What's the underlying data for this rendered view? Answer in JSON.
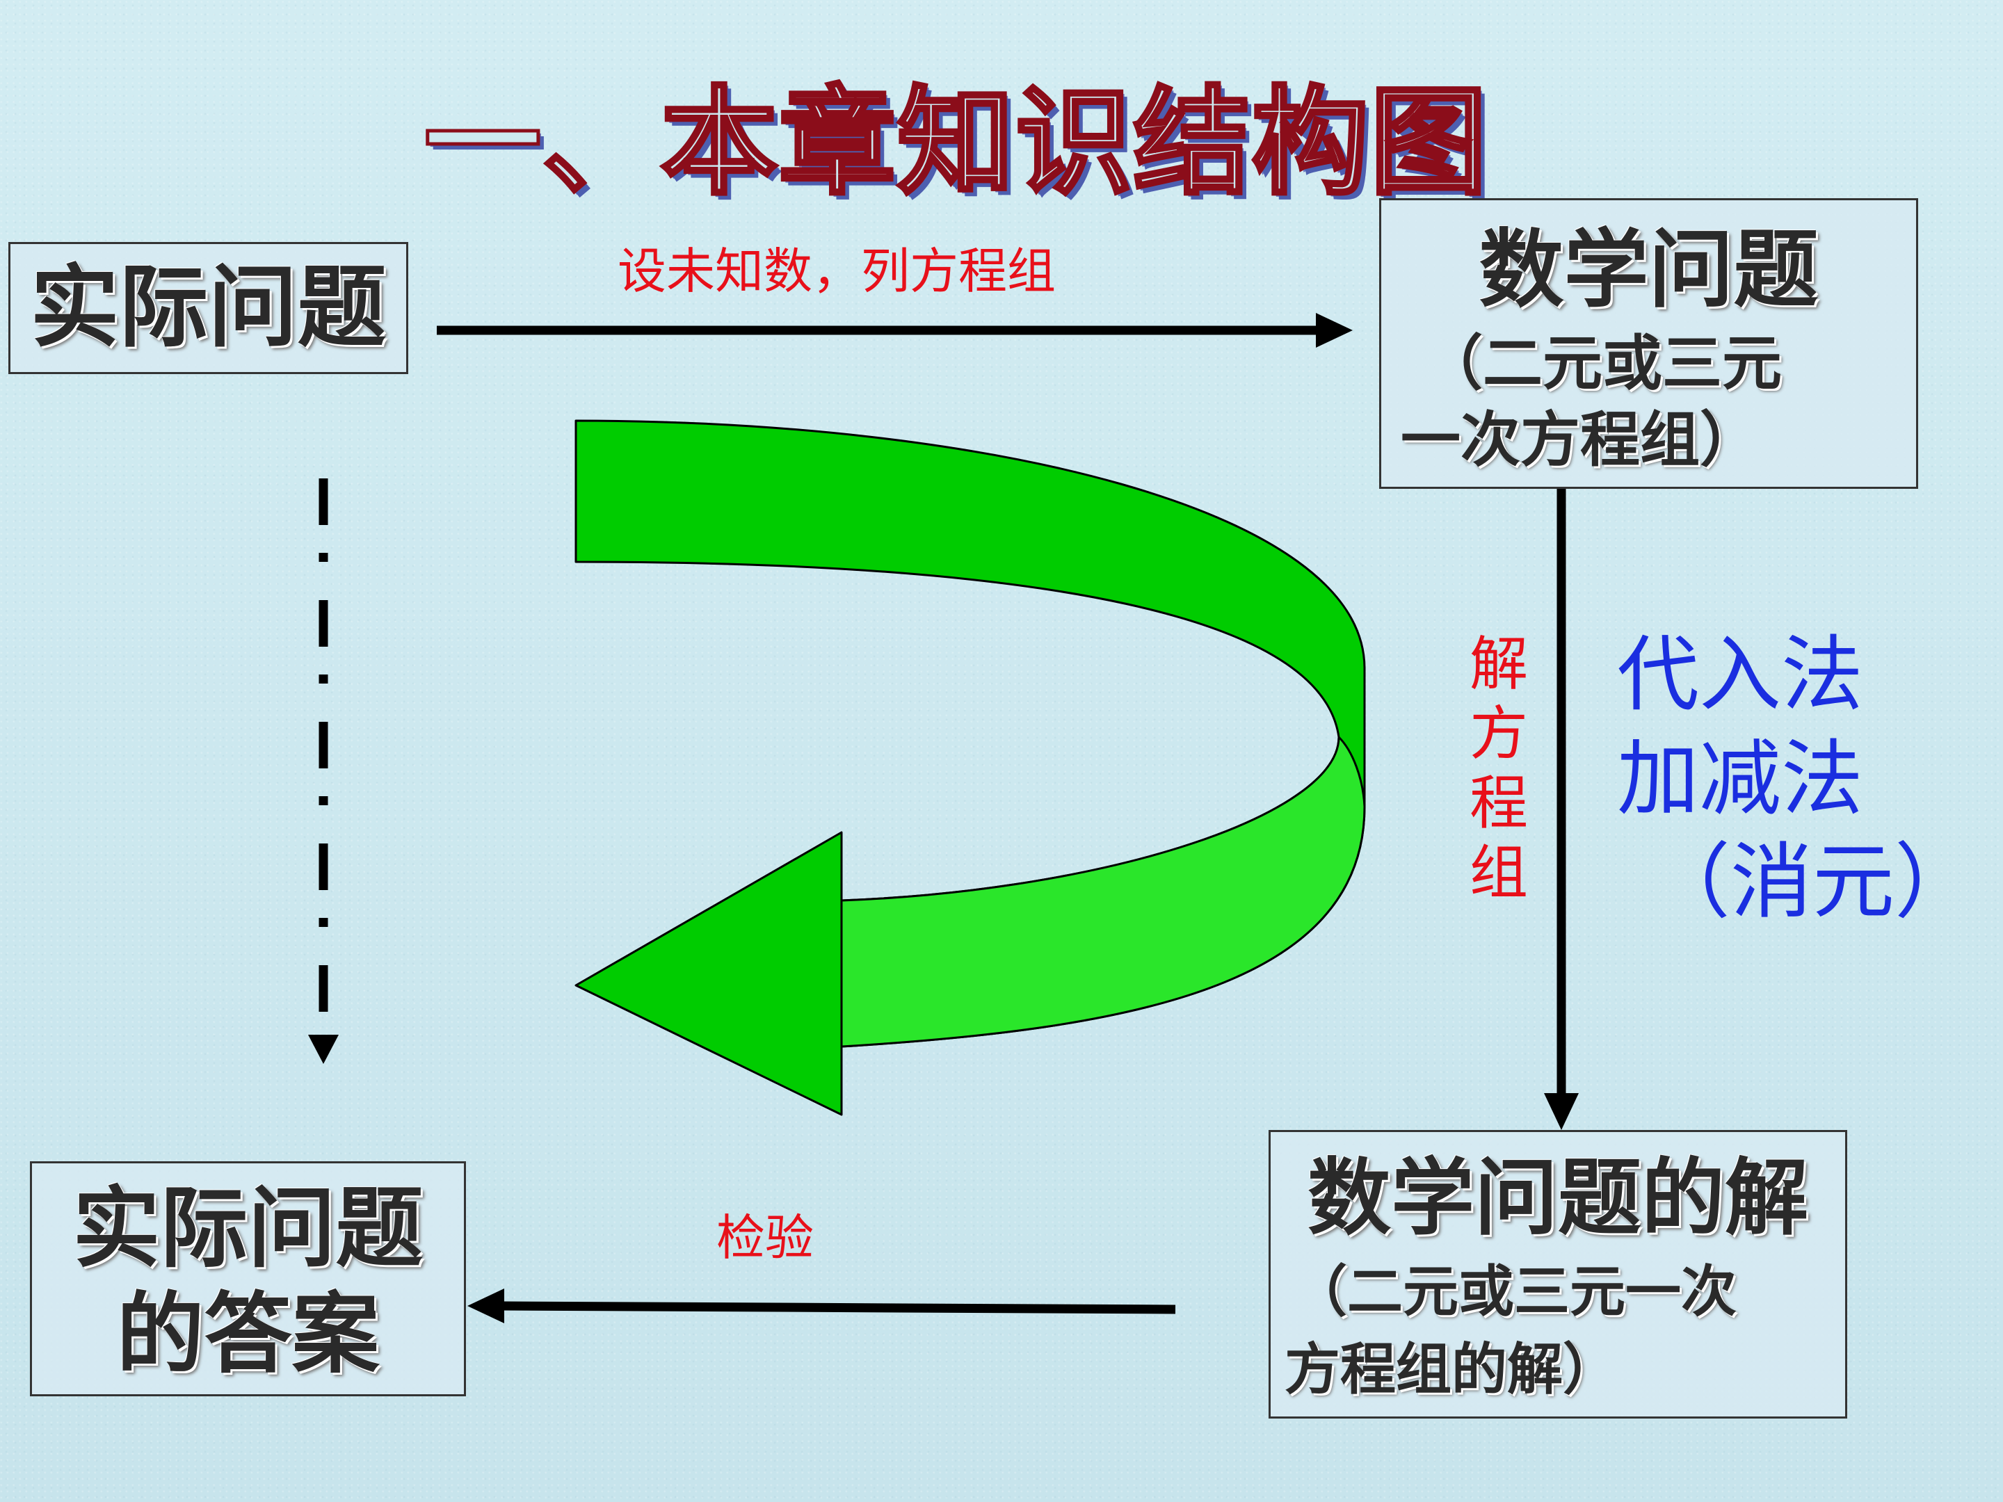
{
  "title": "一、本章知识结构图",
  "nodes": {
    "real_problem": {
      "label": "实际问题"
    },
    "math_problem": {
      "label": "数学问题",
      "sub_line1": "（二元或三元",
      "sub_line2": "一次方程组）"
    },
    "math_solution": {
      "label": "数学问题的解",
      "sub_line1": "（二元或三元一次",
      "sub_line2": "方程组的解）"
    },
    "real_answer": {
      "line1": "实际问题",
      "line2": "的答案"
    }
  },
  "edges": {
    "set_unknowns": "设未知数，列方程组",
    "solve_system": "解方程组",
    "verify": "检验"
  },
  "methods": {
    "substitution": "代入法",
    "addition_subtraction": "加减法",
    "elimination": "（消元）"
  },
  "colors": {
    "title_stroke": "#8b0d1a",
    "title_shadow": "#4d5fb0",
    "edge_label": "#e8101a",
    "method_text": "#1a2ee0",
    "curved_arrow_fill": "#00d000",
    "curved_arrow_inner": "#33ee33",
    "background": "#cde8ef"
  }
}
